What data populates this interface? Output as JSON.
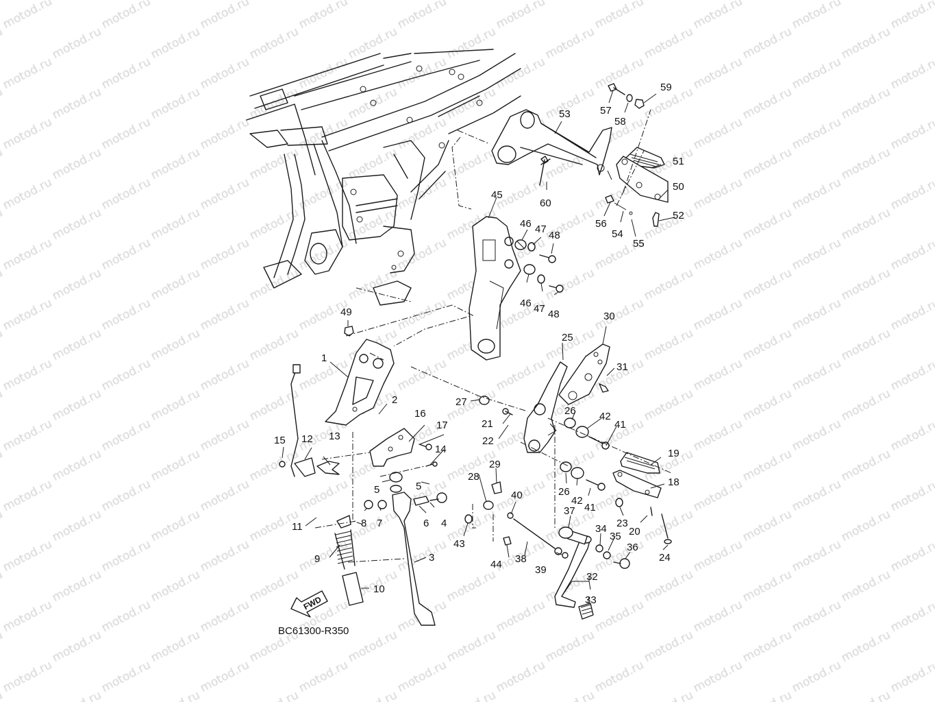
{
  "watermark": {
    "text": "motod.ru",
    "color": "#d4d4d4"
  },
  "diagram": {
    "code": "BC61300-R350",
    "direction_arrow": "FWD",
    "line_color": "#1a1a1a"
  },
  "callouts": [
    {
      "id": "1",
      "label": "1"
    },
    {
      "id": "2",
      "label": "2"
    },
    {
      "id": "3",
      "label": "3"
    },
    {
      "id": "4",
      "label": "4"
    },
    {
      "id": "5a",
      "label": "5"
    },
    {
      "id": "5b",
      "label": "5"
    },
    {
      "id": "6",
      "label": "6"
    },
    {
      "id": "7",
      "label": "7"
    },
    {
      "id": "8",
      "label": "8"
    },
    {
      "id": "9",
      "label": "9"
    },
    {
      "id": "10",
      "label": "10"
    },
    {
      "id": "11",
      "label": "11"
    },
    {
      "id": "12",
      "label": "12"
    },
    {
      "id": "13",
      "label": "13"
    },
    {
      "id": "14",
      "label": "14"
    },
    {
      "id": "15",
      "label": "15"
    },
    {
      "id": "16",
      "label": "16"
    },
    {
      "id": "17",
      "label": "17"
    },
    {
      "id": "18",
      "label": "18"
    },
    {
      "id": "19",
      "label": "19"
    },
    {
      "id": "20",
      "label": "20"
    },
    {
      "id": "21",
      "label": "21"
    },
    {
      "id": "22",
      "label": "22"
    },
    {
      "id": "23",
      "label": "23"
    },
    {
      "id": "24",
      "label": "24"
    },
    {
      "id": "25",
      "label": "25"
    },
    {
      "id": "26a",
      "label": "26"
    },
    {
      "id": "26b",
      "label": "26"
    },
    {
      "id": "27",
      "label": "27"
    },
    {
      "id": "28",
      "label": "28"
    },
    {
      "id": "29",
      "label": "29"
    },
    {
      "id": "30",
      "label": "30"
    },
    {
      "id": "31",
      "label": "31"
    },
    {
      "id": "32",
      "label": "32"
    },
    {
      "id": "33",
      "label": "33"
    },
    {
      "id": "34",
      "label": "34"
    },
    {
      "id": "35",
      "label": "35"
    },
    {
      "id": "36",
      "label": "36"
    },
    {
      "id": "37",
      "label": "37"
    },
    {
      "id": "38",
      "label": "38"
    },
    {
      "id": "39",
      "label": "39"
    },
    {
      "id": "40",
      "label": "40"
    },
    {
      "id": "41a",
      "label": "41"
    },
    {
      "id": "41b",
      "label": "41"
    },
    {
      "id": "42a",
      "label": "42"
    },
    {
      "id": "42b",
      "label": "42"
    },
    {
      "id": "43",
      "label": "43"
    },
    {
      "id": "44",
      "label": "44"
    },
    {
      "id": "45",
      "label": "45"
    },
    {
      "id": "46a",
      "label": "46"
    },
    {
      "id": "46b",
      "label": "46"
    },
    {
      "id": "47a",
      "label": "47"
    },
    {
      "id": "47b",
      "label": "47"
    },
    {
      "id": "48a",
      "label": "48"
    },
    {
      "id": "48b",
      "label": "48"
    },
    {
      "id": "49",
      "label": "49"
    },
    {
      "id": "50",
      "label": "50"
    },
    {
      "id": "51",
      "label": "51"
    },
    {
      "id": "52",
      "label": "52"
    },
    {
      "id": "53",
      "label": "53"
    },
    {
      "id": "54",
      "label": "54"
    },
    {
      "id": "55",
      "label": "55"
    },
    {
      "id": "56",
      "label": "56"
    },
    {
      "id": "57",
      "label": "57"
    },
    {
      "id": "58",
      "label": "58"
    },
    {
      "id": "59",
      "label": "59"
    },
    {
      "id": "60",
      "label": "60"
    }
  ]
}
